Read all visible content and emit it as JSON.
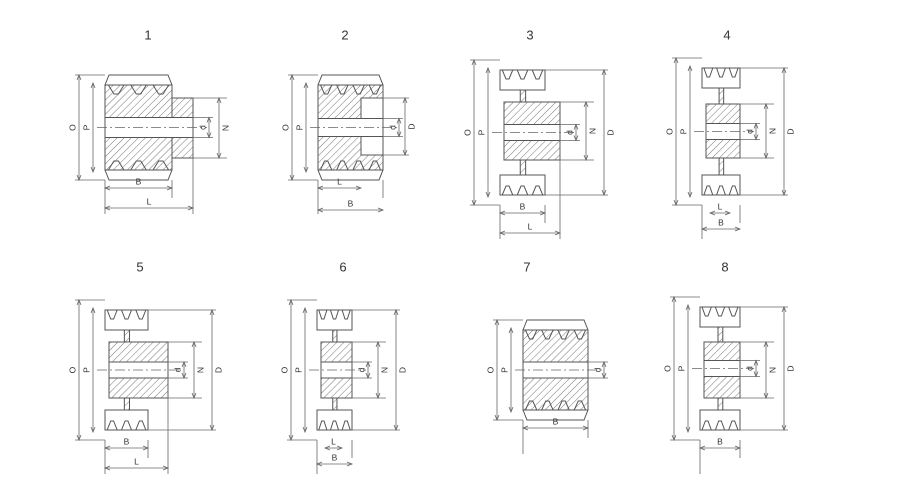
{
  "colors": {
    "line": "#555555",
    "hatch": "#777777",
    "dim": "#666666",
    "text": "#333333"
  },
  "figures": [
    {
      "number": "1",
      "labels": {
        "O": "O",
        "P": "P",
        "d": "d",
        "N": "N",
        "B": "B",
        "L": "L"
      }
    },
    {
      "number": "2",
      "labels": {
        "O": "O",
        "P": "P",
        "d": "d",
        "D": "D",
        "L": "L",
        "B": "B"
      }
    },
    {
      "number": "3",
      "labels": {
        "O": "O",
        "P": "P",
        "d": "d",
        "N": "N",
        "D": "D",
        "B": "B",
        "L": "L"
      }
    },
    {
      "number": "4",
      "labels": {
        "O": "O",
        "P": "P",
        "d": "d",
        "N": "N",
        "D": "D",
        "L": "L",
        "B": "B"
      }
    },
    {
      "number": "5",
      "labels": {
        "O": "O",
        "P": "P",
        "d": "d",
        "N": "N",
        "D": "D",
        "B": "B",
        "L": "L"
      }
    },
    {
      "number": "6",
      "labels": {
        "O": "O",
        "P": "P",
        "d": "d",
        "N": "N",
        "D": "D",
        "L": "L",
        "B": "B"
      }
    },
    {
      "number": "7",
      "labels": {
        "O": "O",
        "P": "P",
        "d": "d",
        "B": "B"
      }
    },
    {
      "number": "8",
      "labels": {
        "O": "O",
        "P": "P",
        "d": "d",
        "N": "N",
        "D": "D",
        "B": "B"
      }
    }
  ]
}
